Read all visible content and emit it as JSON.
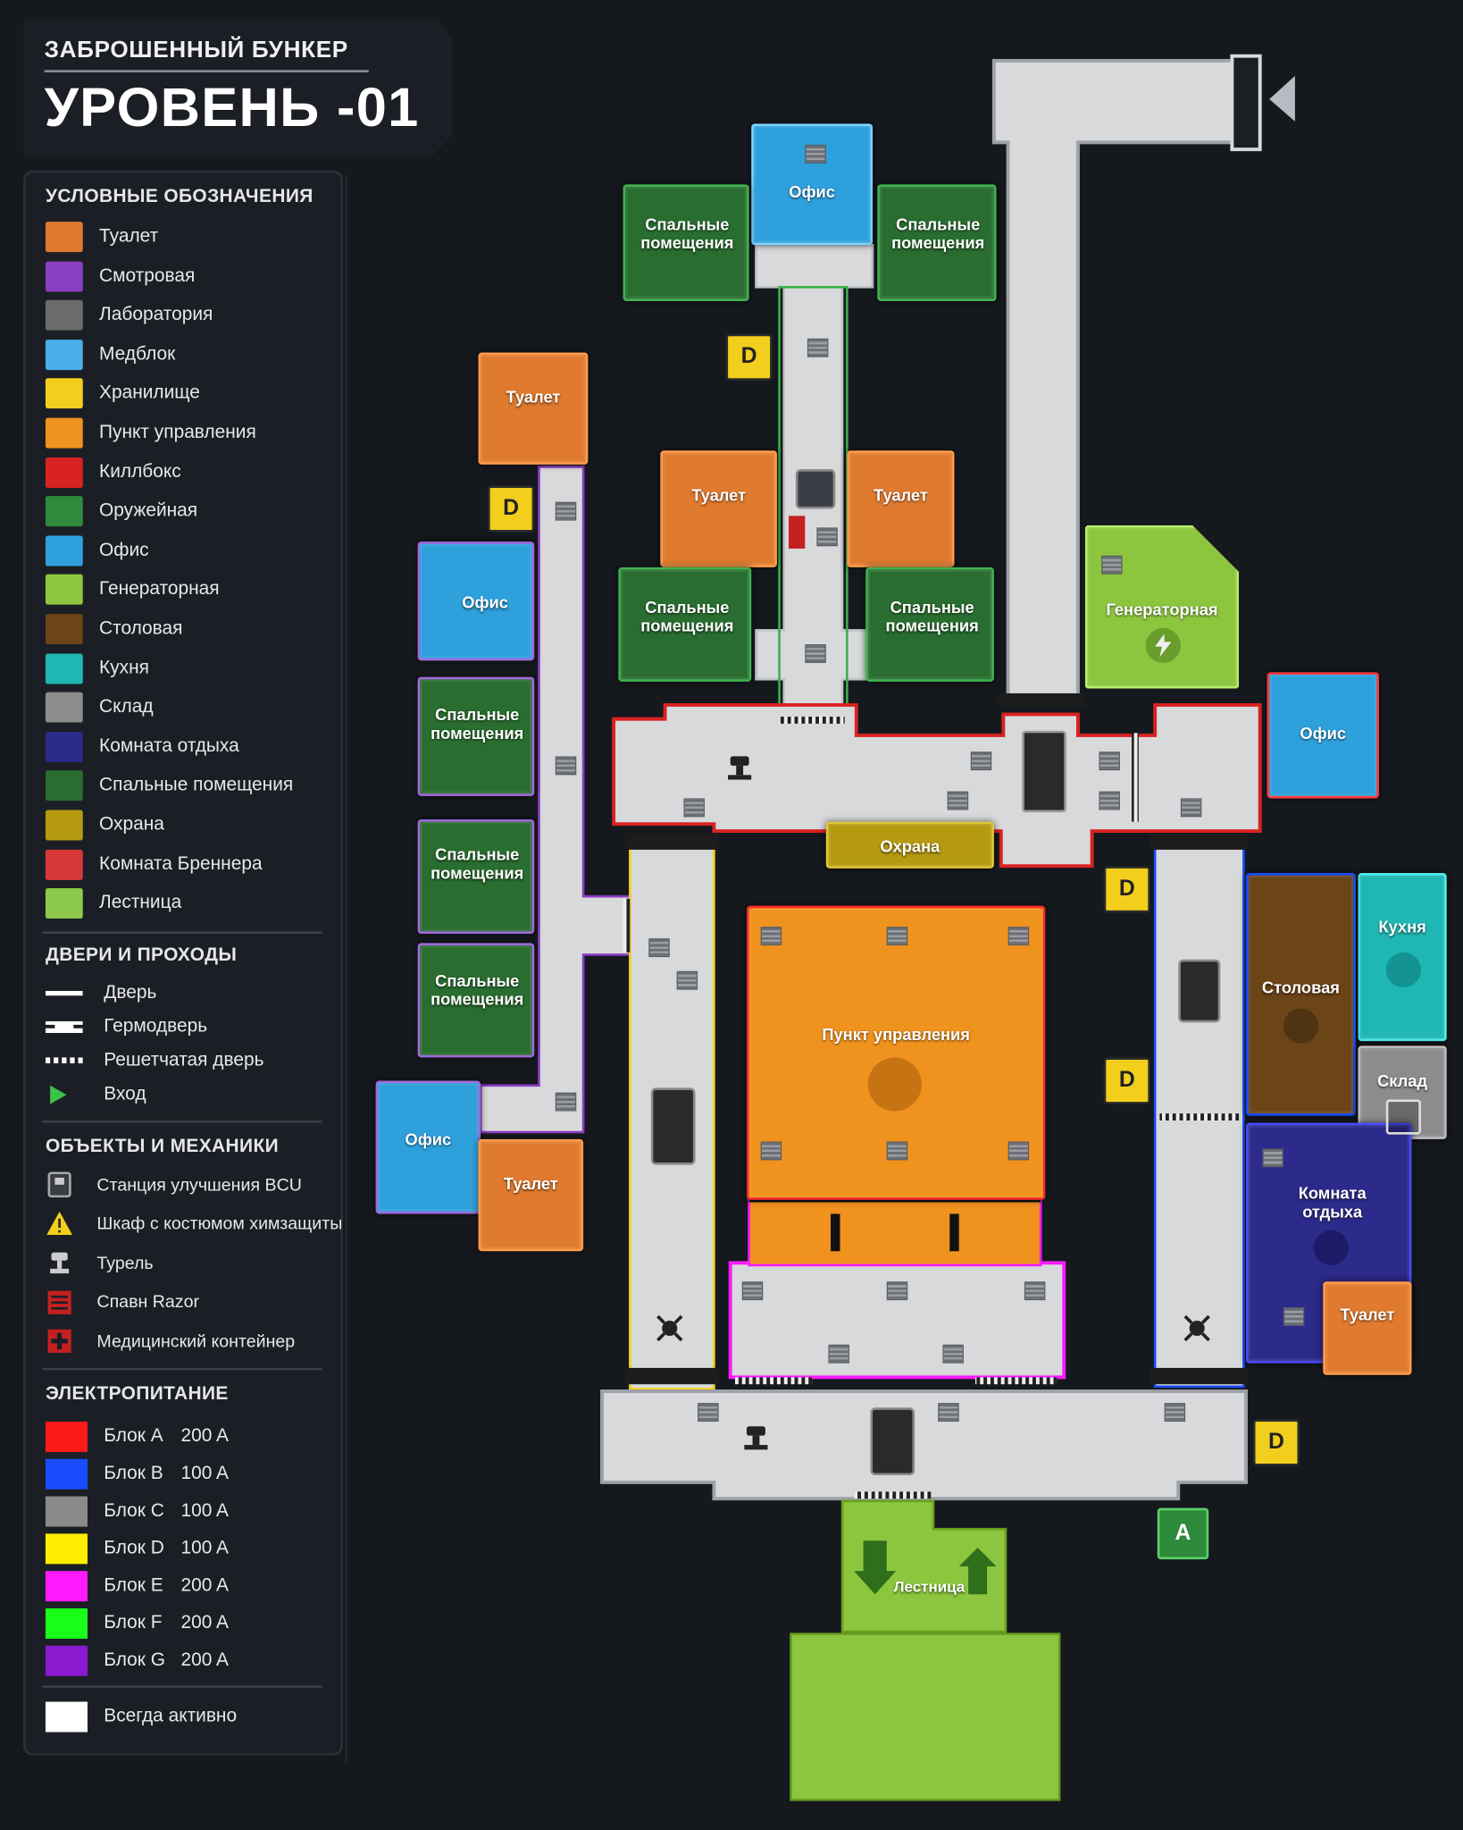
{
  "header": {
    "subtitle": "ЗАБРОШЕННЫЙ БУНКЕР",
    "title": "УРОВЕНЬ -01"
  },
  "legend": {
    "zones_heading": "УСЛОВНЫЕ ОБОЗНАЧЕНИЯ",
    "zones": [
      {
        "label": "Туалет",
        "color": "#e07a2e"
      },
      {
        "label": "Смотровая",
        "color": "#8a3fc2"
      },
      {
        "label": "Лаборатория",
        "color": "#6b6b6b"
      },
      {
        "label": "Медблок",
        "color": "#4aaee8"
      },
      {
        "label": "Хранилище",
        "color": "#f2cf1d"
      },
      {
        "label": "Пункт управления",
        "color": "#f0921e"
      },
      {
        "label": "Киллбокс",
        "color": "#d92222"
      },
      {
        "label": "Оружейная",
        "color": "#2f8a3e"
      },
      {
        "label": "Офис",
        "color": "#2ea0dc"
      },
      {
        "label": "Генераторная",
        "color": "#8dc63f"
      },
      {
        "label": "Столовая",
        "color": "#6b4418"
      },
      {
        "label": "Кухня",
        "color": "#1eb7b4"
      },
      {
        "label": "Склад",
        "color": "#8c8c8c"
      },
      {
        "label": "Комната отдыха",
        "color": "#2c2a8a"
      },
      {
        "label": "Спальные помещения",
        "color": "#2a6d30"
      },
      {
        "label": "Охрана",
        "color": "#b59a10"
      },
      {
        "label": "Комната Бреннера",
        "color": "#d8383a"
      },
      {
        "label": "Лестница",
        "color": "#8cc94a"
      }
    ],
    "doors_heading": "ДВЕРИ И ПРОХОДЫ",
    "doors": [
      {
        "label": "Дверь",
        "icon": "door-line-icon"
      },
      {
        "label": "Гермодверь",
        "icon": "blast-door-icon"
      },
      {
        "label": "Решетчатая дверь",
        "icon": "grate-door-icon"
      },
      {
        "label": "Вход",
        "icon": "entrance-arrow-icon"
      }
    ],
    "objects_heading": "ОБЪЕКТЫ И МЕХАНИКИ",
    "objects": [
      {
        "label": "Станция улучшения BCU",
        "icon": "upgrade-station-icon"
      },
      {
        "label": "Шкаф с костюмом химзащиты",
        "icon": "hazard-locker-icon"
      },
      {
        "label": "Турель",
        "icon": "turret-icon"
      },
      {
        "label": "Спавн Razor",
        "icon": "razor-spawn-icon"
      },
      {
        "label": "Медицинский контейнер",
        "icon": "medical-container-icon"
      }
    ],
    "power_heading": "ЭЛЕКТРОПИТАНИЕ",
    "power": [
      {
        "name": "Блок A",
        "value": "200 A",
        "color": "#ff1a1a"
      },
      {
        "name": "Блок B",
        "value": "100 A",
        "color": "#1a4cff"
      },
      {
        "name": "Блок C",
        "value": "100 A",
        "color": "#8a8a8a"
      },
      {
        "name": "Блок D",
        "value": "100 A",
        "color": "#ffee00"
      },
      {
        "name": "Блок E",
        "value": "200 A",
        "color": "#ff1aff"
      },
      {
        "name": "Блок F",
        "value": "200 A",
        "color": "#1aff1a"
      },
      {
        "name": "Блок G",
        "value": "200 A",
        "color": "#8a1ad0"
      }
    ],
    "always_on": {
      "label": "Всегда активно",
      "color": "#ffffff"
    }
  },
  "map": {
    "rooms": {
      "office_top": "Офис",
      "sleep_tl": "Спальные помещения",
      "sleep_tr": "Спальные помещения",
      "toilet_left_top": "Туалет",
      "toilet_mid_l": "Туалет",
      "toilet_mid_r": "Туалет",
      "sleep_ml": "Спальные помещения",
      "sleep_mr": "Спальные помещения",
      "office_left": "Офис",
      "sleep_l1": "Спальные помещения",
      "sleep_l2": "Спальные помещения",
      "sleep_l3": "Спальные помещения",
      "office_bl": "Офис",
      "toilet_bl": "Туалет",
      "generator": "Генераторная",
      "office_right": "Офис",
      "security": "Охрана",
      "control": "Пункт управления",
      "kitchen": "Кухня",
      "canteen": "Столовая",
      "storage": "Склад",
      "lounge": "Комната отдыха",
      "toilet_br": "Туалет",
      "stairs": "Лестница"
    },
    "badges": {
      "d": "D",
      "a": "A"
    }
  }
}
